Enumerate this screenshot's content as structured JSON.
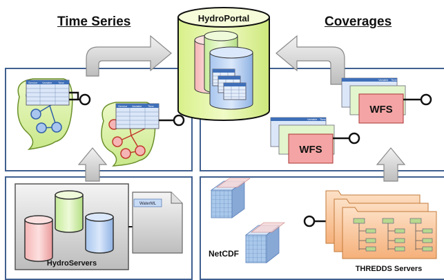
{
  "headings": {
    "left": "Time Series",
    "right": "Coverages"
  },
  "portal": {
    "label": "HydroPortal"
  },
  "hydroservers": {
    "label": "HydroServers",
    "waterml_label": "WaterML"
  },
  "coverages": {
    "netcdf_label": "NetCDF",
    "thredds_label": "THREDDS Servers",
    "wfs_label": "WFS"
  },
  "catalog_headers": {
    "col1": "Service",
    "col2": "Variable",
    "col3": "Time"
  },
  "colors": {
    "panel_border": "#3f5f8f",
    "arrow_fill": "#d6d6d6",
    "portal_fill": "#e6f7a3",
    "wfs_fill": "#f4a4a4"
  }
}
